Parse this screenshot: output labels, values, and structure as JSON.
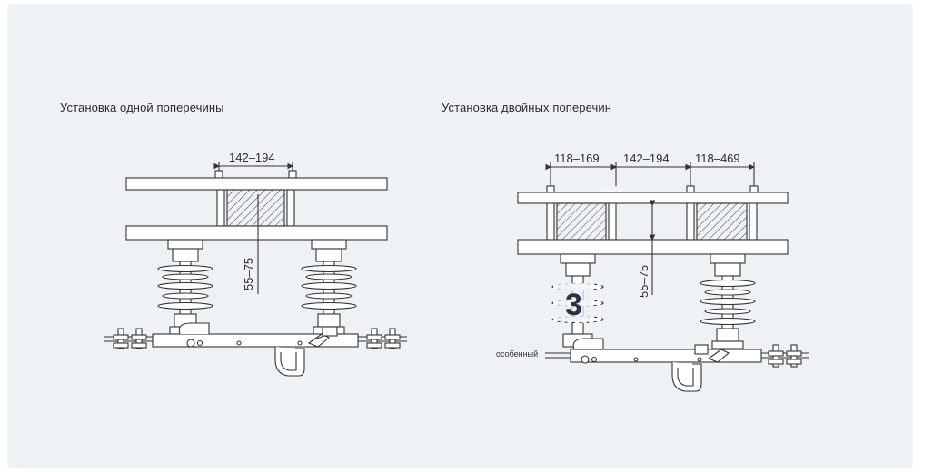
{
  "captions": {
    "left": "Установка одной поперечины",
    "right": "Установка двойных поперечин"
  },
  "left_diagram": {
    "top_dimension": "142–194",
    "vertical_dimension": "55–75"
  },
  "right_diagram": {
    "dimension_1": "118–169",
    "dimension_2": "142–194",
    "dimension_3": "118–469",
    "vertical_dimension": "55–75",
    "overlay_number": "3",
    "overlay_label": "особенный",
    "watermark": "Made in"
  },
  "colors": {
    "panel": "#eef2f5",
    "line": "#333333"
  }
}
